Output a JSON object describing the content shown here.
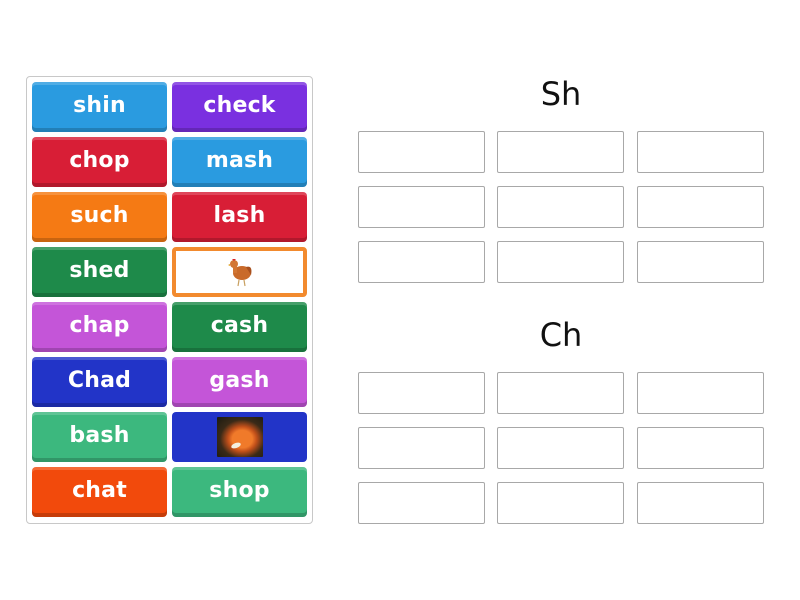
{
  "bank": {
    "tiles": [
      {
        "label": "shin",
        "type": "word",
        "color": "#2a9be0"
      },
      {
        "label": "check",
        "type": "word",
        "color": "#7a30e0"
      },
      {
        "label": "chop",
        "type": "word",
        "color": "#d81e36"
      },
      {
        "label": "mash",
        "type": "word",
        "color": "#2a9be0"
      },
      {
        "label": "such",
        "type": "word",
        "color": "#f57a14"
      },
      {
        "label": "lash",
        "type": "word",
        "color": "#d81e36"
      },
      {
        "label": "shed",
        "type": "word",
        "color": "#1e8a4a"
      },
      {
        "label": "",
        "type": "image",
        "image": "hen-image",
        "color": "#f28a2e"
      },
      {
        "label": "chap",
        "type": "word",
        "color": "#c455d8"
      },
      {
        "label": "cash",
        "type": "word",
        "color": "#1e8a4a"
      },
      {
        "label": "Chad",
        "type": "word",
        "color": "#2234c8"
      },
      {
        "label": "gash",
        "type": "word",
        "color": "#c455d8"
      },
      {
        "label": "bash",
        "type": "word",
        "color": "#3cb87e"
      },
      {
        "label": "",
        "type": "image",
        "image": "goldfish-image",
        "color": "#2234c8"
      },
      {
        "label": "chat",
        "type": "word",
        "color": "#f24a0c"
      },
      {
        "label": "shop",
        "type": "word",
        "color": "#3cb87e"
      }
    ]
  },
  "groups": [
    {
      "title": "Sh",
      "slots": 9
    },
    {
      "title": "Ch",
      "slots": 9
    }
  ]
}
